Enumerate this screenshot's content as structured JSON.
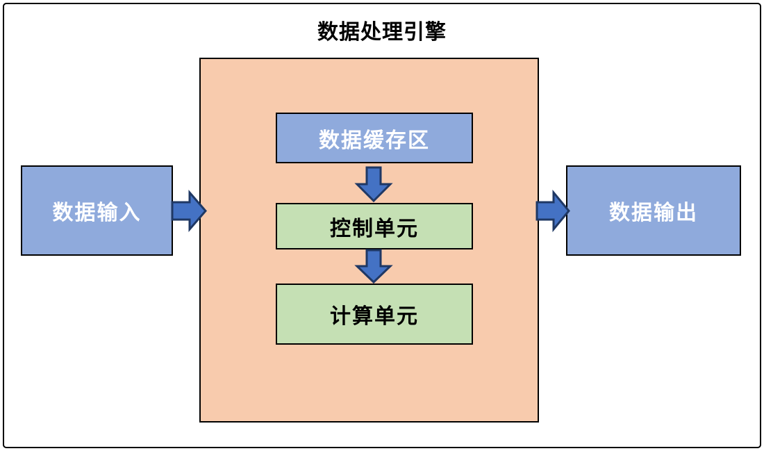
{
  "diagram": {
    "title": "数据处理引擎",
    "input_box": {
      "label": "数据输入"
    },
    "output_box": {
      "label": "数据输出"
    },
    "engine": {
      "buffer_box": {
        "label": "数据缓存区"
      },
      "control_box": {
        "label": "控制单元"
      },
      "compute_box": {
        "label": "计算单元"
      }
    },
    "arrows": [
      {
        "name": "input-to-engine",
        "direction": "right"
      },
      {
        "name": "buffer-to-control",
        "direction": "down"
      },
      {
        "name": "control-to-compute",
        "direction": "down"
      },
      {
        "name": "engine-to-output",
        "direction": "right"
      }
    ],
    "colors": {
      "box_blue_fill": "#8FAADC",
      "box_green_fill": "#C5E0B4",
      "engine_container_fill": "#F8CBAD",
      "arrow_fill": "#4472C4",
      "arrow_outline": "#1F3864",
      "box_border": "#000000",
      "title_text": "#000000",
      "blue_box_text": "#FFFFFF",
      "green_box_text": "#000000",
      "background": "#FFFFFF"
    }
  }
}
